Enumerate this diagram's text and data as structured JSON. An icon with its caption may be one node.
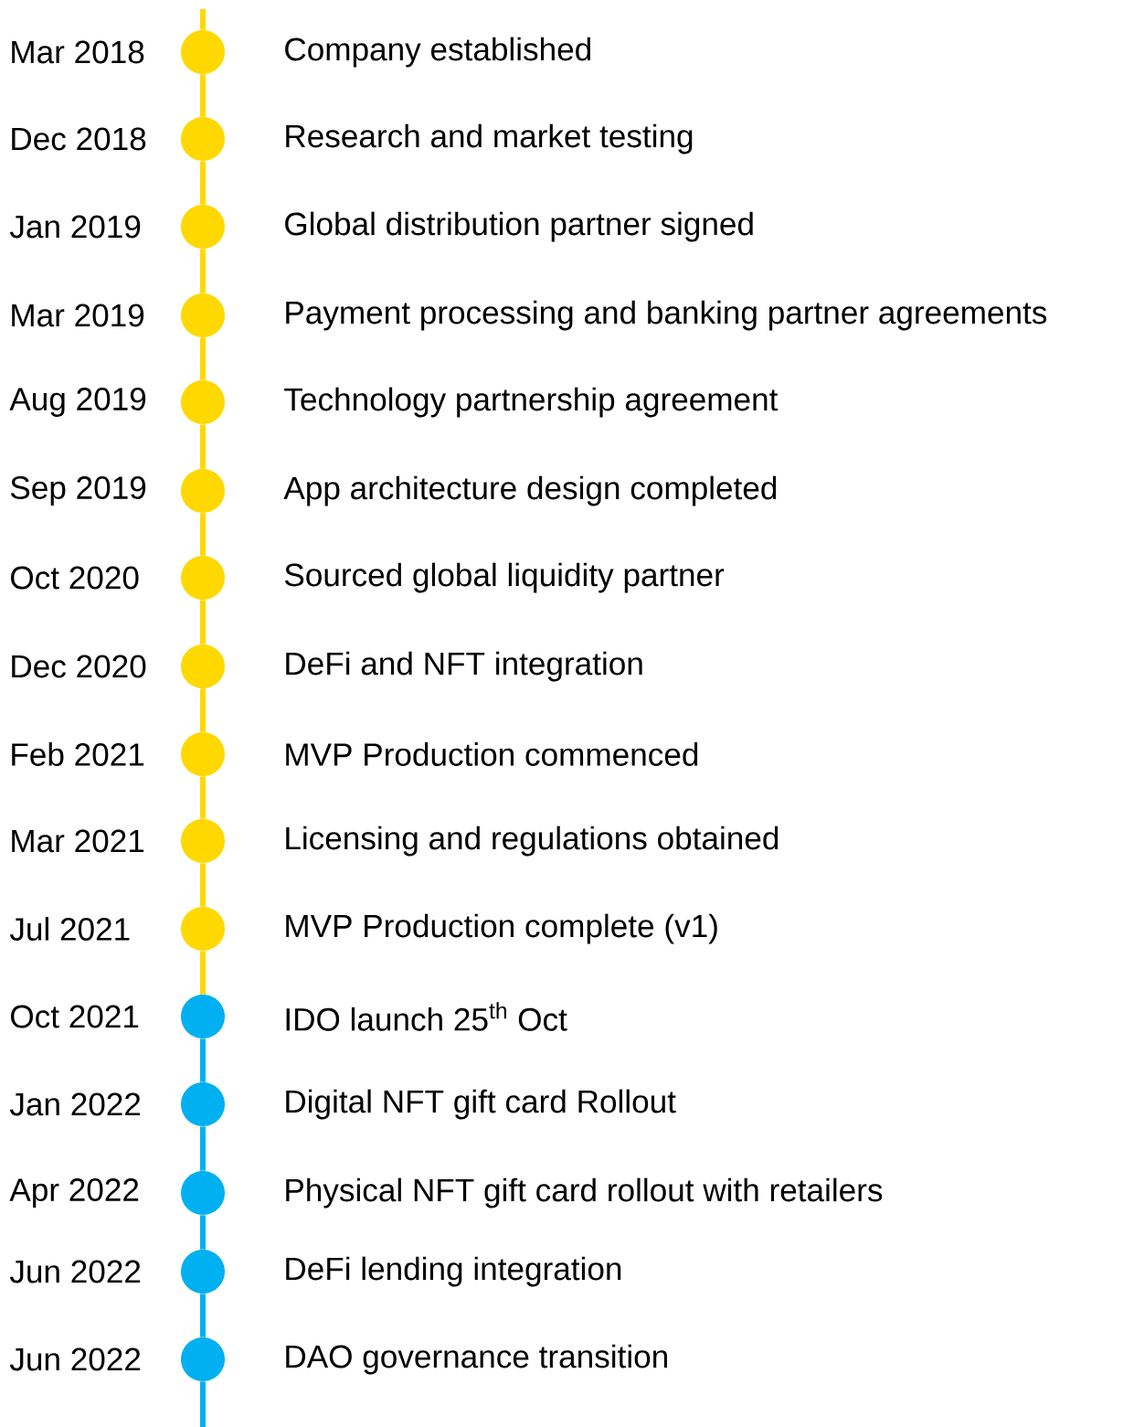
{
  "diagram": {
    "nodes": [
      {
        "text": [],
        "shape": "circle",
        "beside": [
          "Mar 2018",
          "Company established"
        ]
      },
      {
        "text": [],
        "shape": "circle",
        "beside": [
          "Dec 2018",
          "Research and market testing"
        ]
      },
      {
        "text": [],
        "shape": "circle",
        "beside": [
          "Jan 2019",
          "Global distribution partner signed"
        ]
      },
      {
        "text": [],
        "shape": "circle",
        "beside": [
          "Mar 2019",
          "Payment processing and banking partner agreements"
        ]
      },
      {
        "text": [],
        "shape": "circle",
        "beside": [
          "Aug 2019",
          "Technology partnership agreement"
        ]
      },
      {
        "text": [],
        "shape": "circle",
        "beside": [
          "Sep 2019",
          "App architecture design completed"
        ]
      },
      {
        "text": [],
        "shape": "circle",
        "beside": [
          "Oct 2020",
          "Sourced global liquidity partner"
        ]
      },
      {
        "text": [],
        "shape": "circle",
        "beside": [
          "Dec 2020",
          "DeFi and NFT integration"
        ]
      },
      {
        "text": [],
        "shape": "circle",
        "beside": [
          "Feb 2021",
          "MVP Production commenced"
        ]
      },
      {
        "text": [],
        "shape": "circle",
        "beside": [
          "Mar 2021",
          "Licensing and regulations obtained"
        ]
      },
      {
        "text": [],
        "shape": "circle",
        "beside": [
          "Jul 2021",
          "MVP Production complete (v1)"
        ]
      },
      {
        "text": [],
        "shape": "circle",
        "beside": [
          "Oct 2021",
          "IDO launch 25$^{th}$ Oct"
        ]
      },
      {
        "text": [],
        "shape": "circle",
        "beside": [
          "Jan 2022",
          "Digital NFT gift card Rollout"
        ]
      },
      {
        "text": [],
        "shape": "circle",
        "beside": [
          "Apr 2022",
          "Physical NFT gift card rollout with retailers"
        ]
      },
      {
        "text": [],
        "shape": "circle",
        "beside": [
          "Jun 2022",
          "DeFi lending integration"
        ]
      },
      {
        "text": [],
        "shape": "circle",
        "beside": [
          "Jun 2022",
          "DAO governance transition"
        ]
      }
    ],
    "edges": [
      {
        "from": null,
        "to": 0,
        "arrow": "none"
      },
      {
        "from": 0,
        "to": 1,
        "arrow": "none"
      },
      {
        "from": 1,
        "to": 2,
        "arrow": "none"
      },
      {
        "from": 2,
        "to": 3,
        "arrow": "none"
      },
      {
        "from": 3,
        "to": 4,
        "arrow": "none"
      },
      {
        "from": 4,
        "to": 5,
        "arrow": "none"
      },
      {
        "from": 5,
        "to": 6,
        "arrow": "none"
      },
      {
        "from": 6,
        "to": 7,
        "arrow": "none"
      },
      {
        "from": 7,
        "to": 8,
        "arrow": "none"
      },
      {
        "from": 8,
        "to": 9,
        "arrow": "none"
      },
      {
        "from": 9,
        "to": 10,
        "arrow": "none"
      },
      {
        "from": 10,
        "to": 11,
        "arrow": "none"
      },
      {
        "from": 11,
        "to": 12,
        "arrow": "none",
        "color": "#00b0f0"
      },
      {
        "from": 12,
        "to": 13,
        "arrow": "none",
        "color": "#00b0f0"
      },
      {
        "from": 13,
        "to": 14,
        "arrow": "none",
        "color": "#00b0f0"
      },
      {
        "from": 14,
        "to": 15,
        "arrow": "none",
        "color": "#00b0f0"
      },
      {
        "from": 15,
        "to": null,
        "arrow": "none",
        "color": "#00b0f0"
      }
    ]
  }
}
